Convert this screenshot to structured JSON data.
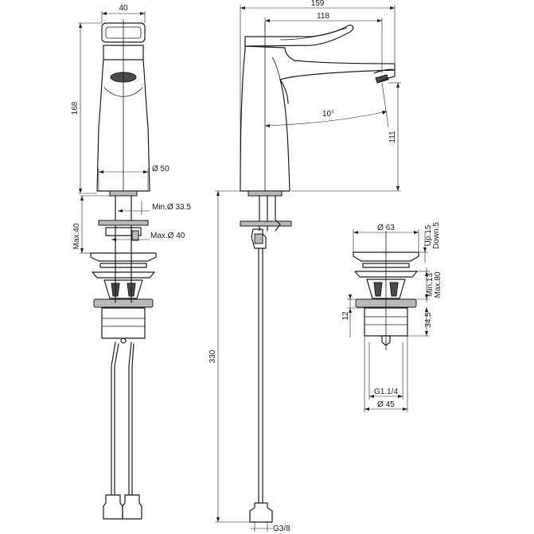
{
  "dimensions": {
    "front_width": "40",
    "front_height": "168",
    "front_diameter": "Ø 50",
    "front_min_hole": "Min.Ø 33.5",
    "front_max_hole": "Max.Ø 40",
    "front_max_thickness": "Max.40",
    "side_total_length": "159",
    "side_spout_length": "118",
    "side_angle": "10°",
    "side_spout_height": "111",
    "side_total_height": "330",
    "side_connection": "G3/8",
    "waste_diameter": "Ø 63",
    "waste_up": "Up.15",
    "waste_down": "Down.5",
    "waste_min": "Min.13",
    "waste_max": "Max.80",
    "waste_flange": "12",
    "waste_body": "34.5",
    "waste_thread": "G1.1/4",
    "waste_body_diameter": "Ø 45"
  }
}
